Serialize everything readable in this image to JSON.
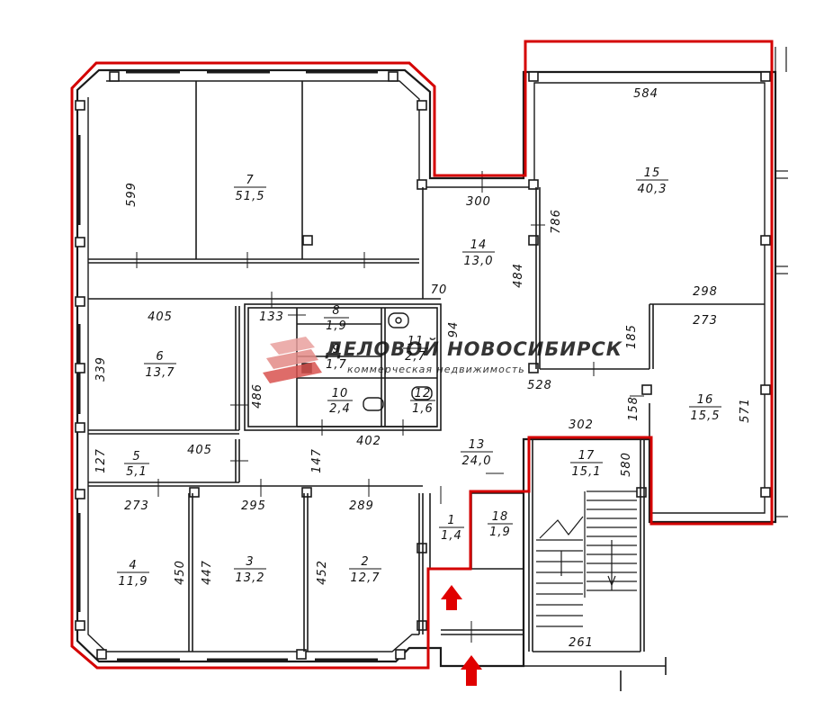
{
  "watermark": {
    "company": "ДЕЛОВОЙ НОВОСИБИРСК",
    "subtitle": "коммерческая недвижимость",
    "logo_color": "#d9534f"
  },
  "colors": {
    "boundary": "#d40000",
    "walls": "#1a1a1a",
    "arrow": "#e00000"
  },
  "rooms": [
    {
      "num": "7",
      "area": "51,5"
    },
    {
      "num": "15",
      "area": "40,3"
    },
    {
      "num": "14",
      "area": "13,0"
    },
    {
      "num": "6",
      "area": "13,7"
    },
    {
      "num": "8",
      "area": "1,9"
    },
    {
      "num": "9",
      "area": "1,7"
    },
    {
      "num": "11",
      "area": "2,7"
    },
    {
      "num": "10",
      "area": "2,4"
    },
    {
      "num": "12",
      "area": "1,6"
    },
    {
      "num": "16",
      "area": "15,5"
    },
    {
      "num": "13",
      "area": "24,0"
    },
    {
      "num": "17",
      "area": "15,1"
    },
    {
      "num": "5",
      "area": "5,1"
    },
    {
      "num": "1",
      "area": "1,4"
    },
    {
      "num": "18",
      "area": "1,9"
    },
    {
      "num": "4",
      "area": "11,9"
    },
    {
      "num": "3",
      "area": "13,2"
    },
    {
      "num": "2",
      "area": "12,7"
    }
  ],
  "dimensions": [
    "599",
    "584",
    "300",
    "786",
    "484",
    "70",
    "133",
    "405",
    "339",
    "486",
    "94",
    "298",
    "273",
    "185",
    "528",
    "158",
    "571",
    "302",
    "402",
    "147",
    "127",
    "405",
    "580",
    "273",
    "295",
    "289",
    "450",
    "447",
    "452",
    "261"
  ]
}
